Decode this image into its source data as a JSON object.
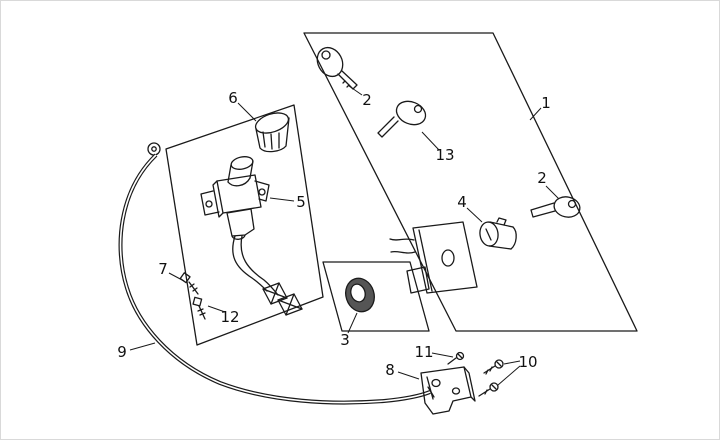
{
  "figure": {
    "background": "#ffffff",
    "line_color": "#1a1a1a",
    "seal_fill": "#555555",
    "label_color": "#111111"
  },
  "parts": [
    {
      "number": "1",
      "depicts": "kit-outline-box"
    },
    {
      "number": "2",
      "depicts": "key"
    },
    {
      "number": "3",
      "depicts": "seal-ring"
    },
    {
      "number": "4",
      "depicts": "lock-cylinder"
    },
    {
      "number": "5",
      "depicts": "ignition-switch-assembly"
    },
    {
      "number": "6",
      "depicts": "switch-cap"
    },
    {
      "number": "7",
      "depicts": "bolt"
    },
    {
      "number": "8",
      "depicts": "lock-bracket"
    },
    {
      "number": "9",
      "depicts": "cable"
    },
    {
      "number": "10",
      "depicts": "screws"
    },
    {
      "number": "11",
      "depicts": "screw"
    },
    {
      "number": "12",
      "depicts": "bolt"
    },
    {
      "number": "13",
      "depicts": "key"
    }
  ],
  "callouts": [
    {
      "label": "1"
    },
    {
      "label": "2"
    },
    {
      "label": "2"
    },
    {
      "label": "3"
    },
    {
      "label": "4"
    },
    {
      "label": "5"
    },
    {
      "label": "6"
    },
    {
      "label": "7"
    },
    {
      "label": "8"
    },
    {
      "label": "9"
    },
    {
      "label": "10"
    },
    {
      "label": "11"
    },
    {
      "label": "12"
    },
    {
      "label": "13"
    }
  ]
}
